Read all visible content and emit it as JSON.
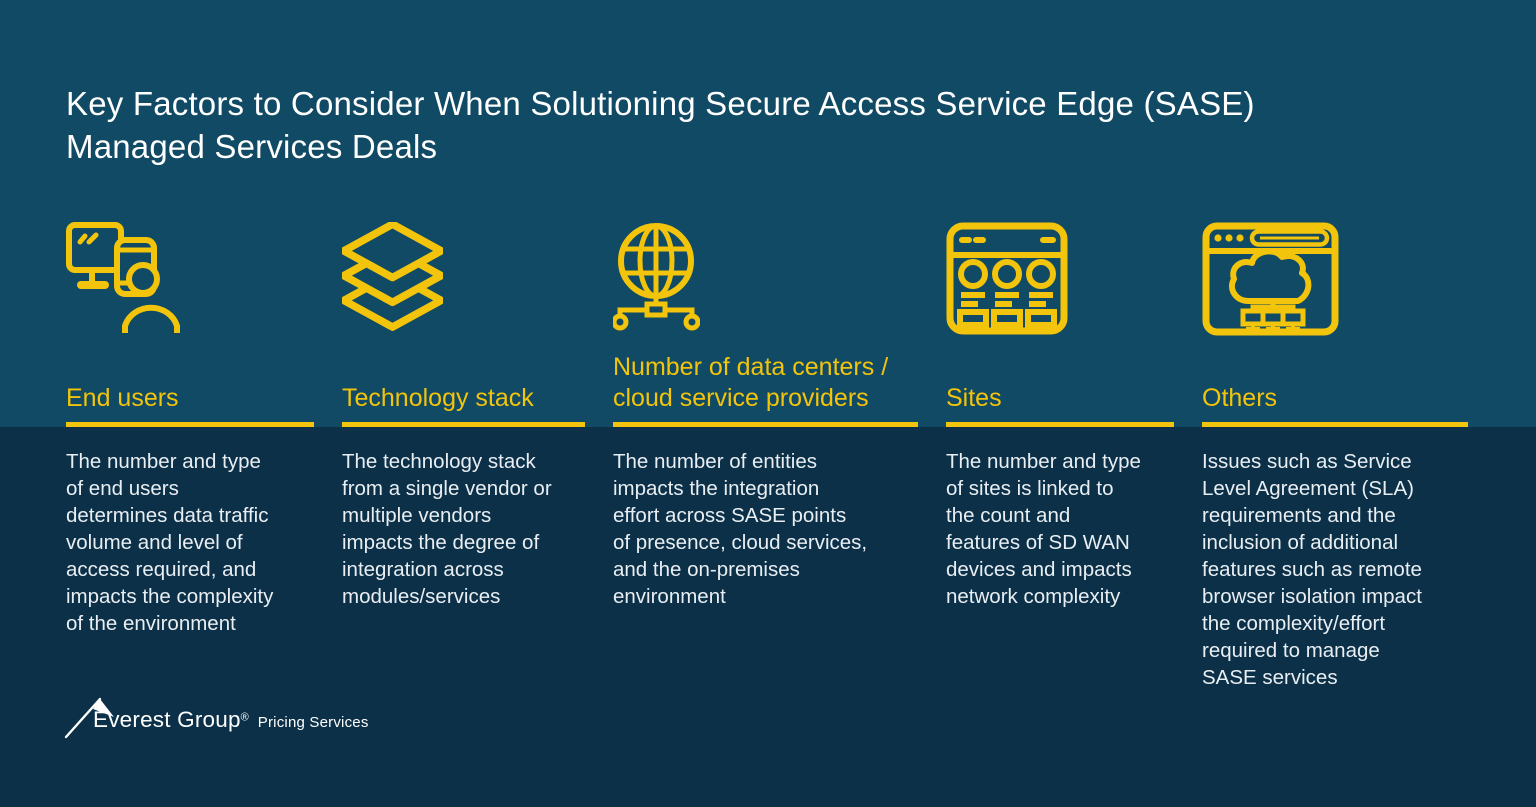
{
  "slide": {
    "title": "Key Factors to Consider When Solutioning Secure Access Service Edge (SASE)\nManaged Services Deals"
  },
  "columns": [
    {
      "icon": "end-users-devices-icon",
      "heading": "End users",
      "body": "The number and type\nof end users\ndetermines data traffic\nvolume and level of\naccess required, and\nimpacts the complexity\nof the environment"
    },
    {
      "icon": "technology-stack-layers-icon",
      "heading": "Technology stack",
      "body": "The technology stack\nfrom a single vendor or\nmultiple vendors\nimpacts the degree of\nintegration across\nmodules/services"
    },
    {
      "icon": "globe-network-icon",
      "heading": "Number of data centers /\ncloud service providers",
      "body": "The number of entities\nimpacts the integration\neffort across SASE points\nof presence, cloud services,\nand the on-premises\nenvironment"
    },
    {
      "icon": "sites-browser-icon",
      "heading": "Sites",
      "body": "The number and type\nof sites is linked to\nthe count and\nfeatures of SD WAN\ndevices and impacts\nnetwork complexity"
    },
    {
      "icon": "cloud-browser-icon",
      "heading": "Others",
      "body": "Issues such as Service\nLevel Agreement (SLA)\nrequirements and the\ninclusion of additional\nfeatures such as remote\nbrowser isolation impact\nthe complexity/effort\nrequired to manage\nSASE services"
    }
  ],
  "footer": {
    "brand": "Everest Group",
    "registered": "®",
    "suffix": "Pricing Services"
  },
  "colors": {
    "background_top": "#114A64",
    "background_bottom": "#0B3048",
    "accent_yellow": "#F2C40B",
    "title_white": "#FFFFFF",
    "body_text": "#E9EEF2"
  }
}
